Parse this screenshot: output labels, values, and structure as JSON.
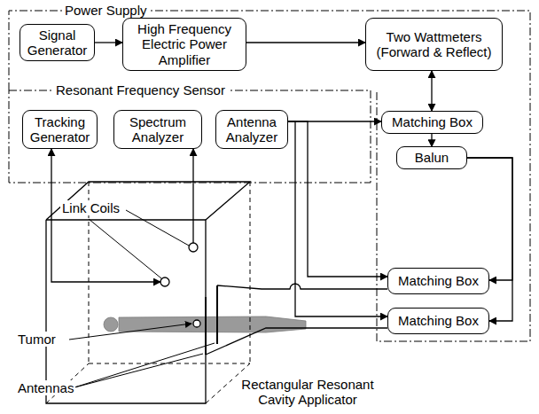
{
  "diagram": {
    "nodes": [
      {
        "text": [
          "Power Supply"
        ]
      },
      {
        "text": [
          "Signal Generator"
        ],
        "in": 0
      },
      {
        "text": [
          "High Frequency Electric Power Amplifier"
        ],
        "in": 0
      },
      {
        "text": [
          "Two Wattmeters (Forward & Reflect)"
        ],
        "in": 0
      },
      {
        "text": [
          "Resonant Frequency Sensor"
        ]
      },
      {
        "text": [
          "Tracking Generator"
        ],
        "in": 4
      },
      {
        "text": [
          "Spectrum Analyzer"
        ],
        "in": 4
      },
      {
        "text": [
          "Antenna Analyzer"
        ],
        "in": 4
      },
      {
        "text": [
          "Matching Box"
        ],
        "in": 0
      },
      {
        "text": [
          "Balun"
        ],
        "in": 0
      },
      {
        "text": [
          "Matching Box"
        ],
        "in": 0
      },
      {
        "text": [
          "Matching Box"
        ],
        "in": 0
      },
      {
        "text": [
          "Rectangular Resonant Cavity Applicator"
        ]
      }
    ],
    "edges": [
      {
        "from": 1,
        "to": 2,
        "arrow": "to"
      },
      {
        "from": 2,
        "to": 3,
        "arrow": "to"
      },
      {
        "from": 3,
        "to": 8,
        "arrow": "both"
      },
      {
        "from": 8,
        "to": 9,
        "arrow": "to"
      },
      {
        "from": 9,
        "to": 10,
        "arrow": "to"
      },
      {
        "from": 9,
        "to": 11,
        "arrow": "to"
      },
      {
        "from": 7,
        "to": 8,
        "arrow": "to"
      },
      {
        "from": 7,
        "to": 10,
        "arrow": "to"
      },
      {
        "from": 7,
        "to": 11,
        "arrow": "to"
      },
      {
        "from": 5,
        "to": 12,
        "arrow": "both"
      },
      {
        "from": 12,
        "to": 6,
        "arrow": "to"
      },
      {
        "from": 10,
        "to": 12,
        "arrow": "none"
      },
      {
        "from": 11,
        "to": 12,
        "arrow": "none"
      }
    ],
    "labels": [
      "Link Coils",
      "Tumor",
      "Antennas"
    ]
  }
}
